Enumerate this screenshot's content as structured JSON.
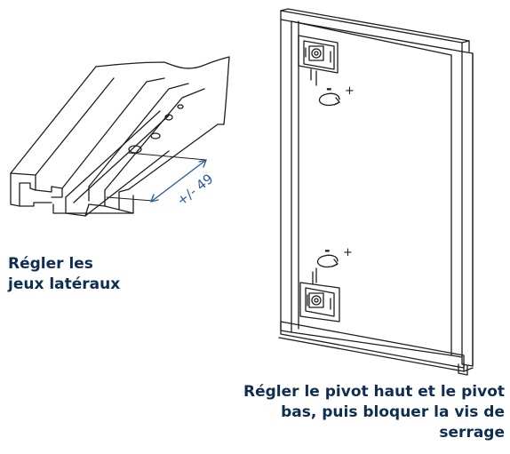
{
  "profile_detail": {
    "dimension_label": "+/- 49",
    "caption_lines": [
      "Régler les",
      "jeux latéraux"
    ]
  },
  "frame_detail": {
    "top_adjust_minus": "-",
    "top_adjust_plus": "+",
    "bottom_adjust_minus": "-",
    "bottom_adjust_plus": "+",
    "caption_lines": [
      "Régler le pivot haut et le pivot",
      "bas, puis bloquer la vis de",
      "serrage"
    ]
  },
  "colors": {
    "line": "#1e1e1e",
    "dimension": "#2c5aa0",
    "caption": "#0f2d52"
  },
  "icons": [
    "adjust-rotation-icon",
    "pivot-bracket-icon"
  ]
}
